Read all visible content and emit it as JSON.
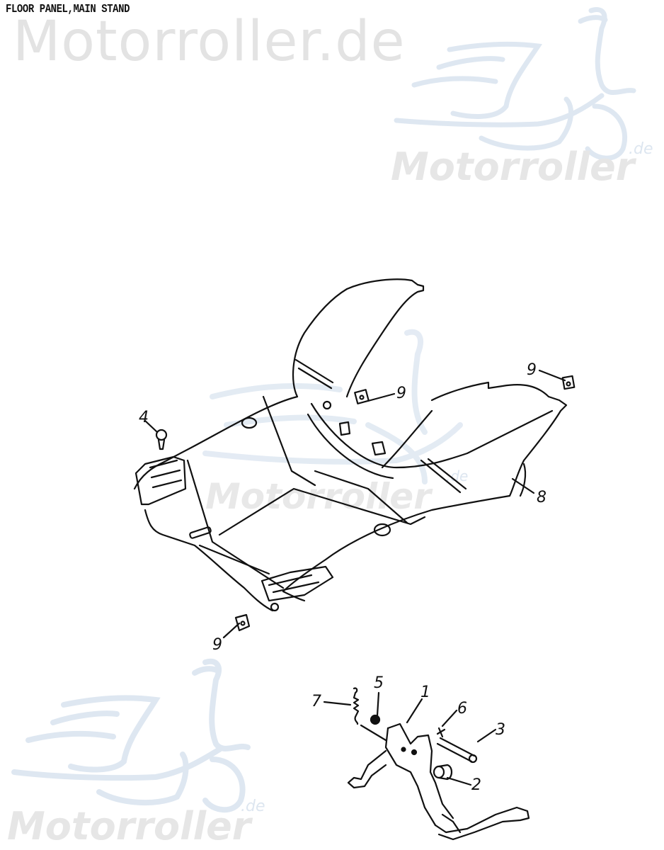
{
  "diagram": {
    "title": "FLOOR PANEL,MAIN STAND",
    "watermarks": {
      "top_text": "Motorroller.de",
      "brand": "Motorroller",
      "brand_suffix": ".de",
      "logo_icon": "scooter-silhouette-icon",
      "text_color": "#e3e3e3",
      "logo_color": "#dbe5f0"
    },
    "line_color": "#111111",
    "background": "#ffffff",
    "callouts": [
      {
        "id": "c1",
        "label": "1",
        "part": "main stand"
      },
      {
        "id": "c2",
        "label": "2",
        "part": "stopper / bushing"
      },
      {
        "id": "c3",
        "label": "3",
        "part": "pivot shaft"
      },
      {
        "id": "c4",
        "label": "4",
        "part": "bolt"
      },
      {
        "id": "c5",
        "label": "5",
        "part": "nut"
      },
      {
        "id": "c6",
        "label": "6",
        "part": "cotter pin"
      },
      {
        "id": "c7",
        "label": "7",
        "part": "return spring"
      },
      {
        "id": "c8",
        "label": "8",
        "part": "floor panel"
      },
      {
        "id": "c9a",
        "label": "9",
        "part": "clip nut"
      },
      {
        "id": "c9b",
        "label": "9",
        "part": "clip nut"
      },
      {
        "id": "c9c",
        "label": "9",
        "part": "clip nut"
      }
    ]
  }
}
